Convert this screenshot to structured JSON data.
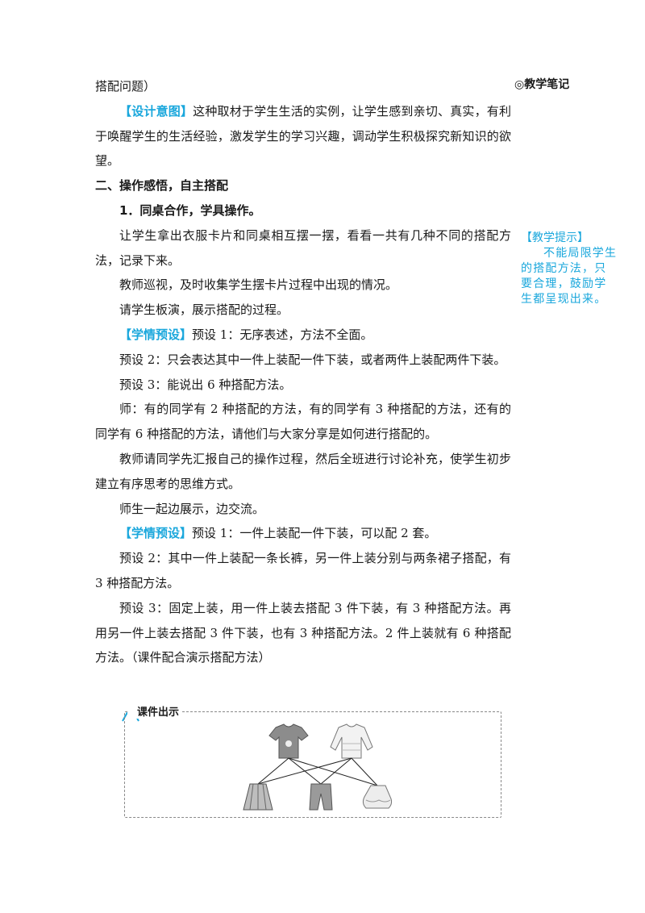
{
  "side": {
    "notes_title": "◎教学笔记",
    "tip_title": "【教学提示】",
    "tip_body": "不能局限学生的搭配方法，只要合理，鼓励学生都呈现出来。"
  },
  "content": {
    "p0": "搭配问题）",
    "p1_tag": "【设计意图】",
    "p1_text": "这种取材于学生生活的实例，让学生感到亲切、真实，有利于唤醒学生的生活经验，激发学生的学习兴趣，调动学生积极探究新知识的欲望。",
    "h2": "二、操作感悟，自主搭配",
    "h3": "1．同桌合作，学具操作。",
    "p2": "让学生拿出衣服卡片和同桌相互摆一摆，看看一共有几种不同的搭配方法，记录下来。",
    "p3": "教师巡视，及时收集学生摆卡片过程中出现的情况。",
    "p4": "请学生板演，展示搭配的过程。",
    "p5_tag": "【学情预设】",
    "p5_text": "预设 1：无序表述，方法不全面。",
    "p6": "预设 2：只会表达其中一件上装配一件下装，或者两件上装配两件下装。",
    "p7": "预设 3：能说出 6 种搭配方法。",
    "p8": "师：有的同学有 2 种搭配的方法，有的同学有 3 种搭配的方法，还有的同学有 6 种搭配的方法，请他们与大家分享是如何进行搭配的。",
    "p9": "教师请同学先汇报自己的操作过程，然后全班进行讨论补充，使学生初步建立有序思考的思维方式。",
    "p10": "师生一起边展示，边交流。",
    "p11_tag": "【学情预设】",
    "p11_text": "预设 1：一件上装配一件下装，可以配 2 套。",
    "p12": "预设 2：其中一件上装配一条长裤，另一件上装分别与两条裙子搭配，有 3 种搭配方法。",
    "p13": "预设 3：固定上装，用一件上装去搭配 3 件下装，有 3 种搭配方法。再用另一件上装去搭配 3 件下装，也有 3 种搭配方法。2 件上装就有 6 种搭配方法。（课件配合演示搭配方法）"
  },
  "courseware": {
    "label": "课件出示",
    "colors": {
      "accent": "#1aa7dc",
      "shirt_dark": "#8c8c8c",
      "shirt_light": "#f2f2f2",
      "line": "#222222"
    }
  }
}
